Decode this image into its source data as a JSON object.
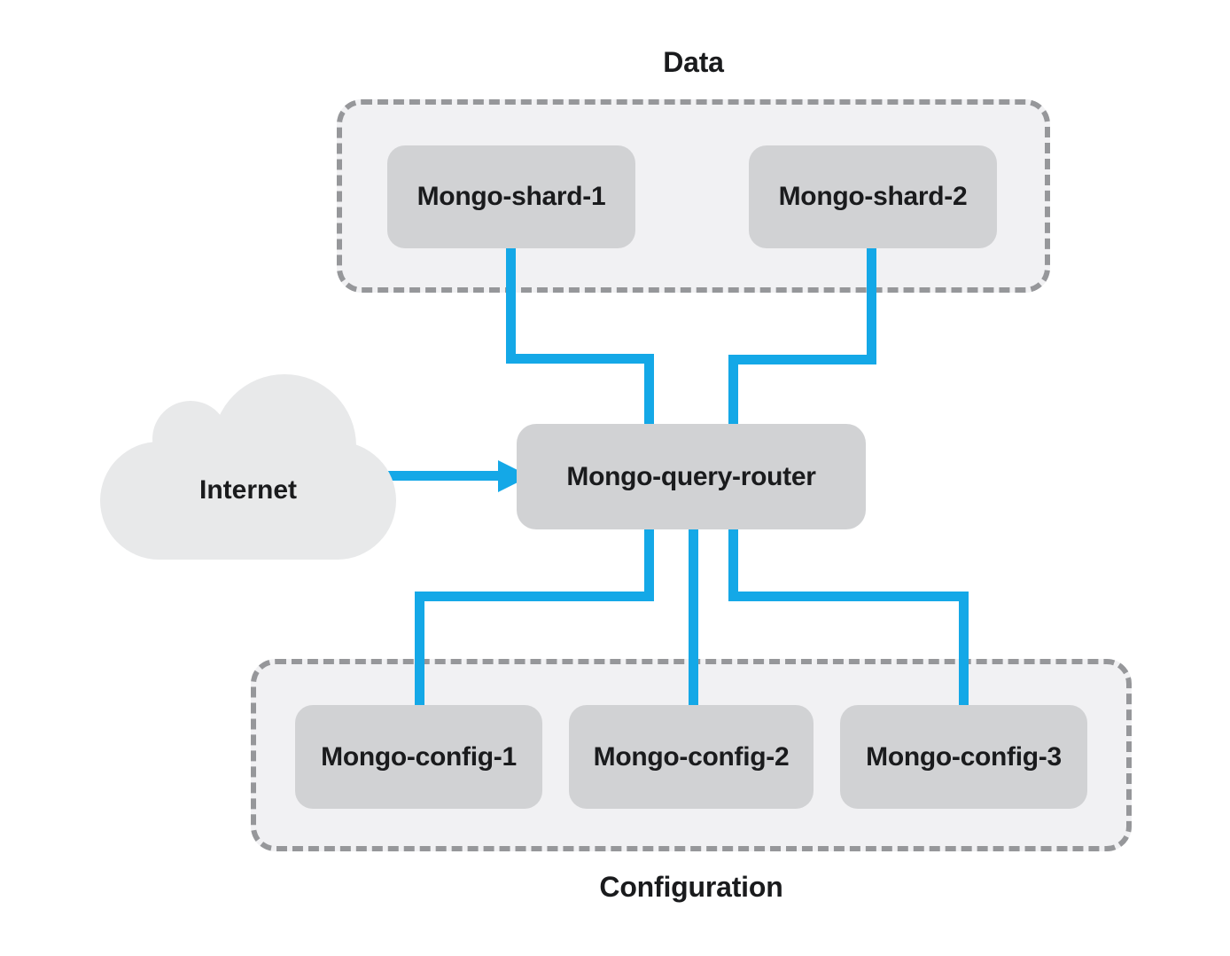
{
  "groups": {
    "data": {
      "label": "Data",
      "nodes": [
        {
          "label": "Mongo-shard-1"
        },
        {
          "label": "Mongo-shard-2"
        }
      ]
    },
    "configuration": {
      "label": "Configuration",
      "nodes": [
        {
          "label": "Mongo-config-1"
        },
        {
          "label": "Mongo-config-2"
        },
        {
          "label": "Mongo-config-3"
        }
      ]
    }
  },
  "router": {
    "label": "Mongo-query-router"
  },
  "internet": {
    "label": "Internet"
  },
  "edges": [
    {
      "from": "Mongo-shard-1",
      "to": "Mongo-query-router",
      "directed": false
    },
    {
      "from": "Mongo-shard-2",
      "to": "Mongo-query-router",
      "directed": false
    },
    {
      "from": "Internet",
      "to": "Mongo-query-router",
      "directed": true
    },
    {
      "from": "Mongo-query-router",
      "to": "Mongo-config-1",
      "directed": false
    },
    {
      "from": "Mongo-query-router",
      "to": "Mongo-config-2",
      "directed": false
    },
    {
      "from": "Mongo-query-router",
      "to": "Mongo-config-3",
      "directed": false
    }
  ],
  "colors": {
    "connector": "#14a8e7",
    "node_fill": "#d1d2d4",
    "group_fill": "#f1f1f3",
    "group_border": "#96979a",
    "cloud_fill": "#e8e9ea",
    "text": "#1a1b1d",
    "background": "#ffffff"
  }
}
